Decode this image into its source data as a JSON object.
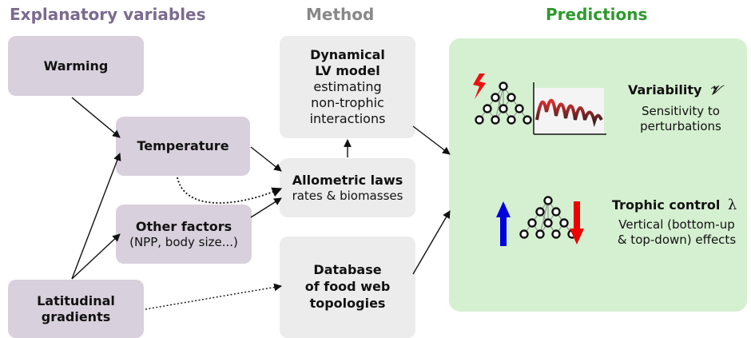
{
  "headers": {
    "explanatory": "Explanatory variables",
    "method": "Method",
    "predictions": "Predictions"
  },
  "colors": {
    "explanatory_header": "#7a6b90",
    "method_header": "#888888",
    "predictions_header": "#2e9a2e",
    "purple_box": "#d8d0dd",
    "grey_box": "#ececec",
    "predictions_panel": "#d5f0d0",
    "arrow_up": "#0000dd",
    "arrow_down": "#ee0000"
  },
  "boxes": {
    "warming": "Warming",
    "temperature": "Temperature",
    "other_factors_title": "Other factors",
    "other_factors_sub": "(NPP, body size...)",
    "latitudinal_line1": "Latitudinal",
    "latitudinal_line2": "gradients",
    "lv_line1": "Dynamical",
    "lv_line2": "LV model",
    "lv_line3": "estimating",
    "lv_line4": "non-trophic",
    "lv_line5": "interactions",
    "allometric_title": "Allometric laws",
    "allometric_sub": "rates & biomasses",
    "database_line1": "Database",
    "database_line2": "of food web",
    "database_line3": "topologies"
  },
  "predictions": {
    "variability_title": "Variability",
    "variability_symbol": "𝒱",
    "variability_sub1": "Sensitivity to",
    "variability_sub2": "perturbations",
    "trophic_title": "Trophic control",
    "trophic_symbol": "λ",
    "trophic_sub1": "Vertical (bottom-up",
    "trophic_sub2": "& top-down) effects"
  },
  "icons": {
    "perturbation": "lightning-bolt-icon",
    "food_web": "food-web-network-icon",
    "time_series": "time-series-plot-icon",
    "bottom_up": "arrow-up-icon",
    "top_down": "arrow-down-icon"
  }
}
